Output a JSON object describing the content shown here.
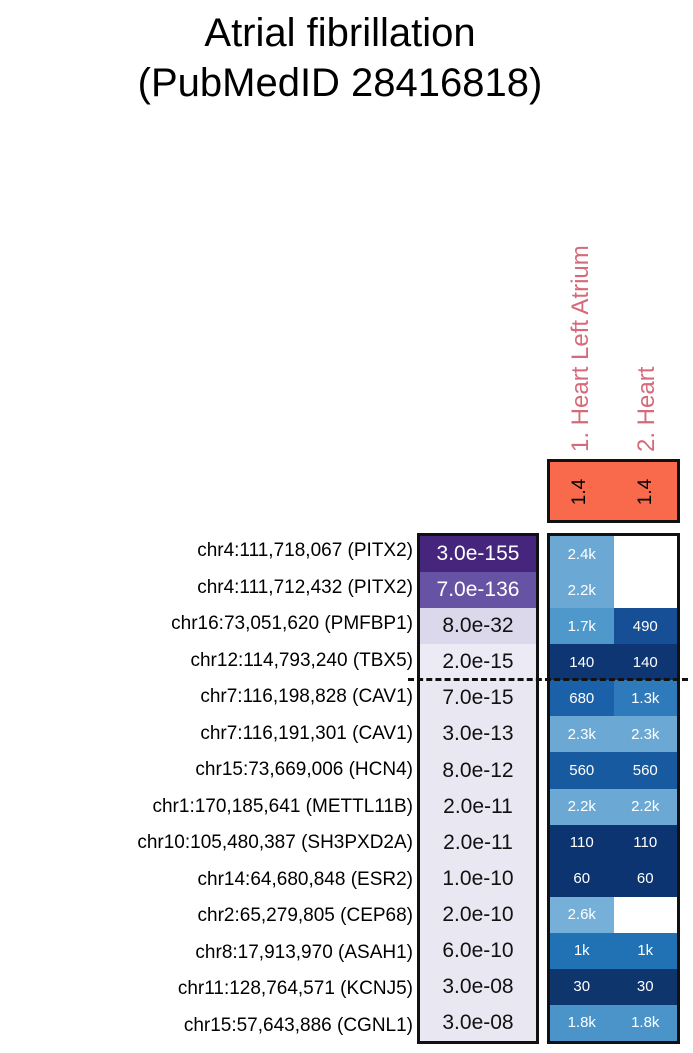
{
  "title": {
    "line1": "Atrial fibrillation",
    "line2": "(PubMedID 28416818)"
  },
  "colors": {
    "band_orange": "#f9694c",
    "column_label_pink": "#d6697a",
    "border_black": "#111111",
    "pvalue_dark_purple": "#46257d",
    "pvalue_medium_purple": "#6753a4",
    "pvalue_light_lavender": "#e9e8f2"
  },
  "chart_data": {
    "type": "heatmap",
    "title": "Atrial fibrillation (PubMedID 28416818)",
    "column_headers": [
      "1. Heart Left Atrium",
      "2. Heart"
    ],
    "column_header_values": [
      "1.4",
      "1.4"
    ],
    "legend_position": "none",
    "separator_dashed_after_row": 4,
    "rows": [
      {
        "label": "chr4:111,718,067 (PITX2)",
        "pvalue": "3.0e-155",
        "pvalue_bg": "#46257d",
        "pvalue_fg": "#ffffff",
        "cells": [
          {
            "text": "2.4k",
            "bg": "#6ba8d3"
          },
          {
            "text": "",
            "bg": "#ffffff"
          }
        ]
      },
      {
        "label": "chr4:111,712,432 (PITX2)",
        "pvalue": "7.0e-136",
        "pvalue_bg": "#6753a4",
        "pvalue_fg": "#ffffff",
        "cells": [
          {
            "text": "2.2k",
            "bg": "#6ba8d3"
          },
          {
            "text": "",
            "bg": "#ffffff"
          }
        ]
      },
      {
        "label": "chr16:73,051,620 (PMFBP1)",
        "pvalue": "8.0e-32",
        "pvalue_bg": "#dad8ea",
        "pvalue_fg": "#111111",
        "cells": [
          {
            "text": "1.7k",
            "bg": "#4e98cc"
          },
          {
            "text": "490",
            "bg": "#164f96"
          }
        ]
      },
      {
        "label": "chr12:114,793,240 (TBX5)",
        "pvalue": "2.0e-15",
        "pvalue_bg": "#eceaf5",
        "pvalue_fg": "#111111",
        "cells": [
          {
            "text": "140",
            "bg": "#0d3673"
          },
          {
            "text": "140",
            "bg": "#0d3673"
          }
        ]
      },
      {
        "label": "chr7:116,198,828 (CAV1)",
        "pvalue": "7.0e-15",
        "pvalue_bg": "#e9e8f2",
        "pvalue_fg": "#111111",
        "cells": [
          {
            "text": "680",
            "bg": "#1b61a9"
          },
          {
            "text": "1.3k",
            "bg": "#2e7abb"
          }
        ]
      },
      {
        "label": "chr7:116,191,301 (CAV1)",
        "pvalue": "3.0e-13",
        "pvalue_bg": "#e9e8f2",
        "pvalue_fg": "#111111",
        "cells": [
          {
            "text": "2.3k",
            "bg": "#6ba8d3"
          },
          {
            "text": "2.3k",
            "bg": "#6ba8d3"
          }
        ]
      },
      {
        "label": "chr15:73,669,006 (HCN4)",
        "pvalue": "8.0e-12",
        "pvalue_bg": "#e9e8f2",
        "pvalue_fg": "#111111",
        "cells": [
          {
            "text": "560",
            "bg": "#175a9f"
          },
          {
            "text": "560",
            "bg": "#175a9f"
          }
        ]
      },
      {
        "label": "chr1:170,185,641 (METTL11B)",
        "pvalue": "2.0e-11",
        "pvalue_bg": "#e9e8f2",
        "pvalue_fg": "#111111",
        "cells": [
          {
            "text": "2.2k",
            "bg": "#6ba8d3"
          },
          {
            "text": "2.2k",
            "bg": "#6ba8d3"
          }
        ]
      },
      {
        "label": "chr10:105,480,387 (SH3PXD2A)",
        "pvalue": "2.0e-11",
        "pvalue_bg": "#e9e8f2",
        "pvalue_fg": "#111111",
        "cells": [
          {
            "text": "110",
            "bg": "#0c3470"
          },
          {
            "text": "110",
            "bg": "#0c3470"
          }
        ]
      },
      {
        "label": "chr14:64,680,848 (ESR2)",
        "pvalue": "1.0e-10",
        "pvalue_bg": "#e9e8f2",
        "pvalue_fg": "#111111",
        "cells": [
          {
            "text": "60",
            "bg": "#0c3470"
          },
          {
            "text": "60",
            "bg": "#0c3470"
          }
        ]
      },
      {
        "label": "chr2:65,279,805 (CEP68)",
        "pvalue": "2.0e-10",
        "pvalue_bg": "#e9e8f2",
        "pvalue_fg": "#111111",
        "cells": [
          {
            "text": "2.6k",
            "bg": "#76b0d8"
          },
          {
            "text": "",
            "bg": "#ffffff"
          }
        ]
      },
      {
        "label": "chr8:17,913,970 (ASAH1)",
        "pvalue": "6.0e-10",
        "pvalue_bg": "#e9e8f2",
        "pvalue_fg": "#111111",
        "cells": [
          {
            "text": "1k",
            "bg": "#2171b5"
          },
          {
            "text": "1k",
            "bg": "#2171b5"
          }
        ]
      },
      {
        "label": "chr11:128,764,571 (KCNJ5)",
        "pvalue": "3.0e-08",
        "pvalue_bg": "#e9e8f2",
        "pvalue_fg": "#111111",
        "cells": [
          {
            "text": "30",
            "bg": "#0f356d"
          },
          {
            "text": "30",
            "bg": "#0f356d"
          }
        ]
      },
      {
        "label": "chr15:57,643,886 (CGNL1)",
        "pvalue": "3.0e-08",
        "pvalue_bg": "#e9e8f2",
        "pvalue_fg": "#111111",
        "cells": [
          {
            "text": "1.8k",
            "bg": "#4a94c9"
          },
          {
            "text": "1.8k",
            "bg": "#4a94c9"
          }
        ]
      }
    ]
  }
}
